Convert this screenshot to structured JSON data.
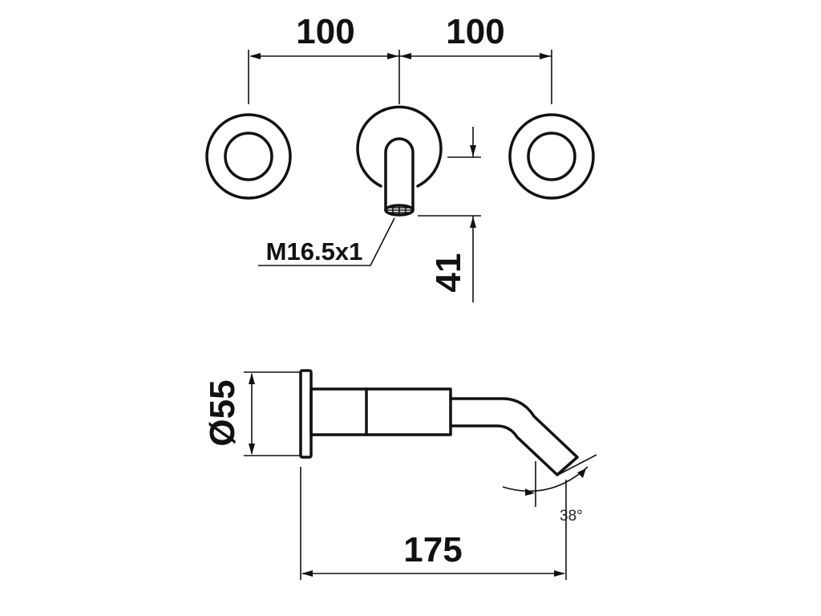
{
  "dimensions": {
    "spacing_left": "100",
    "spacing_right": "100",
    "thread_size": "M16.5x1",
    "spout_projection_top": "41",
    "rosette_diameter": "Ø55",
    "spout_reach": "175",
    "spout_angle": "38°"
  },
  "colors": {
    "line": "#111111",
    "background": "#ffffff"
  }
}
